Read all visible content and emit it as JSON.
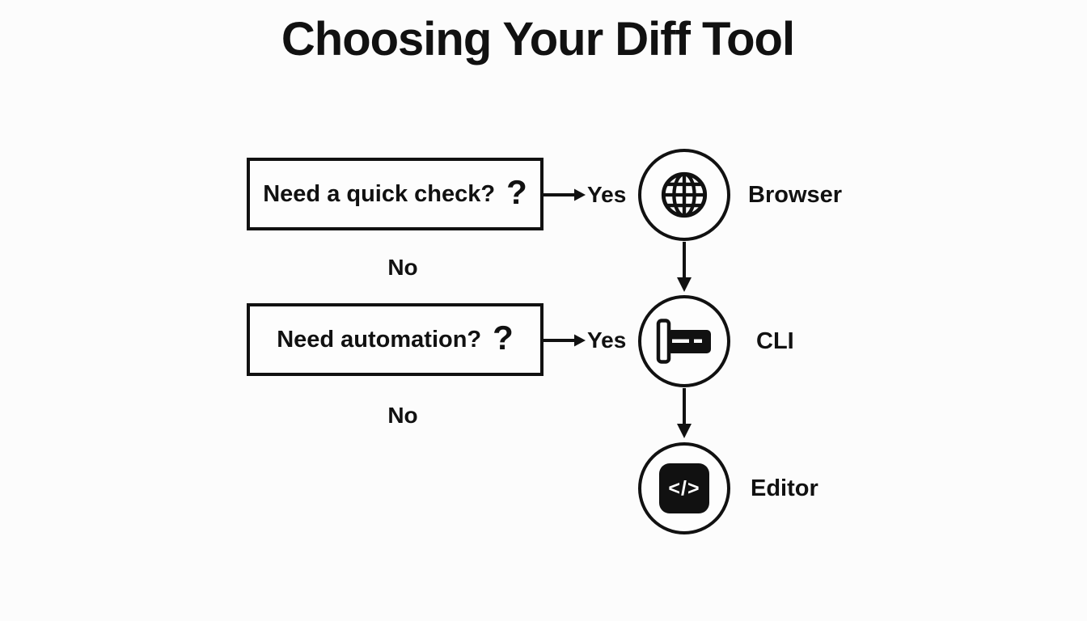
{
  "title": "Choosing Your Diff Tool",
  "colors": {
    "ink": "#111111",
    "background": "#fcfcfc"
  },
  "flow": {
    "questions": [
      {
        "text": "Need a quick check?",
        "mark": "?",
        "yes_label": "Yes",
        "no_label": "No"
      },
      {
        "text": "Need automation?",
        "mark": "?",
        "yes_label": "Yes",
        "no_label": "No"
      }
    ],
    "tools": [
      {
        "label": "Browser",
        "icon": "globe-icon"
      },
      {
        "label": "CLI",
        "icon": "terminal-icon"
      },
      {
        "label": "Editor",
        "icon": "code-icon",
        "glyph": "</>"
      }
    ]
  }
}
